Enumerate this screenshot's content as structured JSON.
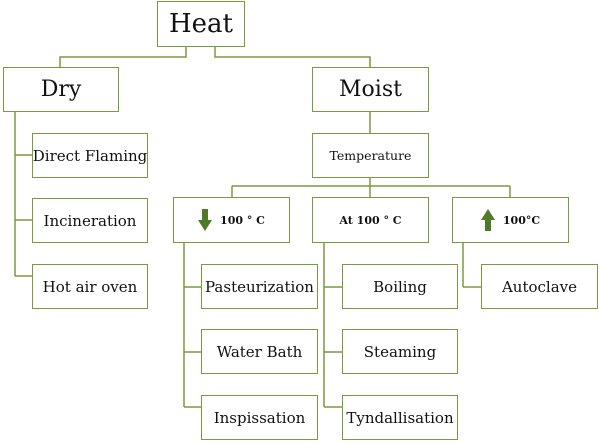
{
  "colors": {
    "line": "#7a9a3f",
    "arrow": "#4f7a28"
  },
  "root": {
    "label": "Heat"
  },
  "dry": {
    "label": "Dry",
    "items": [
      "Direct Flaming",
      "Incineration",
      "Hot air oven"
    ]
  },
  "moist": {
    "label": "Moist",
    "temperature": "Temperature",
    "below": {
      "label": "100 ° C",
      "icon": "down-arrow-icon",
      "items": [
        "Pasteurization",
        "Water Bath",
        "Inspissation"
      ]
    },
    "at": {
      "label": "At 100 ° C",
      "items": [
        "Boiling",
        "Steaming",
        "Tyndallisation"
      ]
    },
    "above": {
      "label": "100°C",
      "icon": "up-arrow-icon",
      "items": [
        "Autoclave"
      ]
    }
  }
}
